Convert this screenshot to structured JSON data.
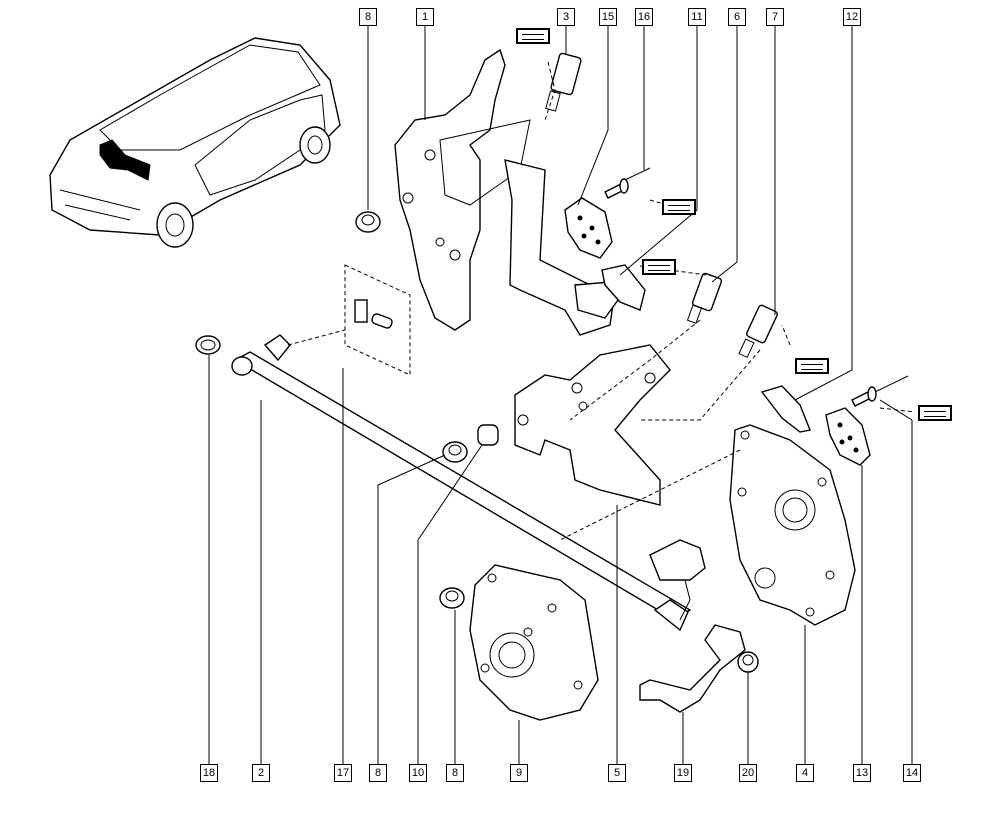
{
  "callouts_top": [
    {
      "id": "c8a",
      "label": "8"
    },
    {
      "id": "c1",
      "label": "1"
    },
    {
      "id": "c3",
      "label": "3"
    },
    {
      "id": "c15",
      "label": "15"
    },
    {
      "id": "c16",
      "label": "16"
    },
    {
      "id": "c11",
      "label": "11"
    },
    {
      "id": "c6",
      "label": "6"
    },
    {
      "id": "c7",
      "label": "7"
    },
    {
      "id": "c12",
      "label": "12"
    }
  ],
  "callouts_bottom": [
    {
      "id": "c18",
      "label": "18"
    },
    {
      "id": "c2",
      "label": "2"
    },
    {
      "id": "c17",
      "label": "17"
    },
    {
      "id": "c8b",
      "label": "8"
    },
    {
      "id": "c10",
      "label": "10"
    },
    {
      "id": "c8c",
      "label": "8"
    },
    {
      "id": "c9",
      "label": "9"
    },
    {
      "id": "c5",
      "label": "5"
    },
    {
      "id": "c19",
      "label": "19"
    },
    {
      "id": "c20",
      "label": "20"
    },
    {
      "id": "c4",
      "label": "4"
    },
    {
      "id": "c13",
      "label": "13"
    },
    {
      "id": "c14",
      "label": "14"
    }
  ],
  "torque_tags": [
    "tag-a",
    "tag-b",
    "tag-c",
    "tag-d",
    "tag-e"
  ]
}
